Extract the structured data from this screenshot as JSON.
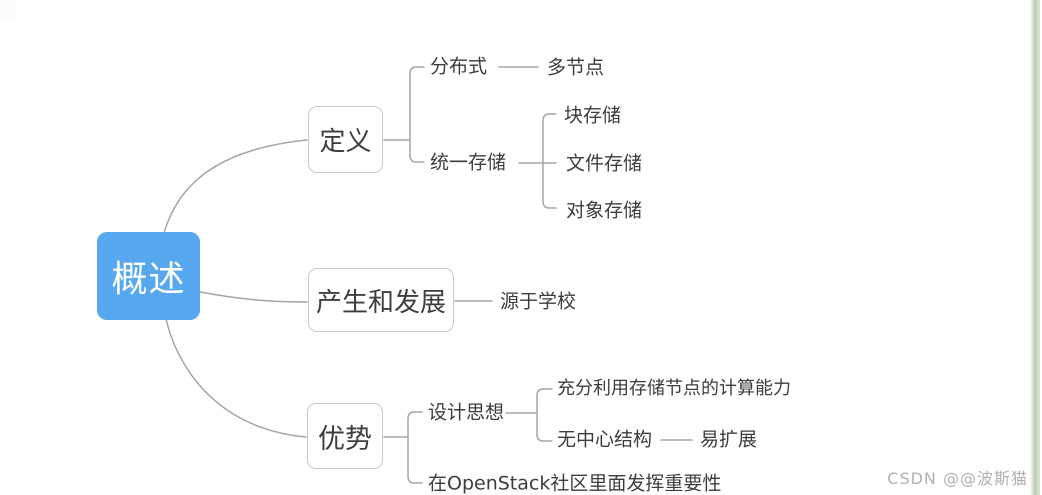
{
  "mindmap": {
    "root": "概述",
    "definition": "定义",
    "distributed": "分布式",
    "multi_node": "多节点",
    "unified_storage": "统一存储",
    "block_storage": "块存储",
    "file_storage": "文件存储",
    "object_storage": "对象存储",
    "origin_dev": "产生和发展",
    "from_school": "源于学校",
    "advantages": "优势",
    "design_idea": "设计思想",
    "compute_capability": "充分利用存储节点的计算能力",
    "no_central": "无中心结构",
    "easy_scale": "易扩展",
    "openstack_importance": "在OpenStack社区里面发挥重要性"
  },
  "watermark": {
    "text": "CSDN @@波斯猫"
  },
  "colors": {
    "root_fill": "#57a8ef",
    "root_text": "#ffffff",
    "box_border": "#c8c8c8",
    "topic_text": "#3d3d3d",
    "connector_line": "#a5a5a5",
    "watermark_text": "#969696",
    "side_strip_green": "#c9d6c4",
    "background": "#ffffff"
  }
}
